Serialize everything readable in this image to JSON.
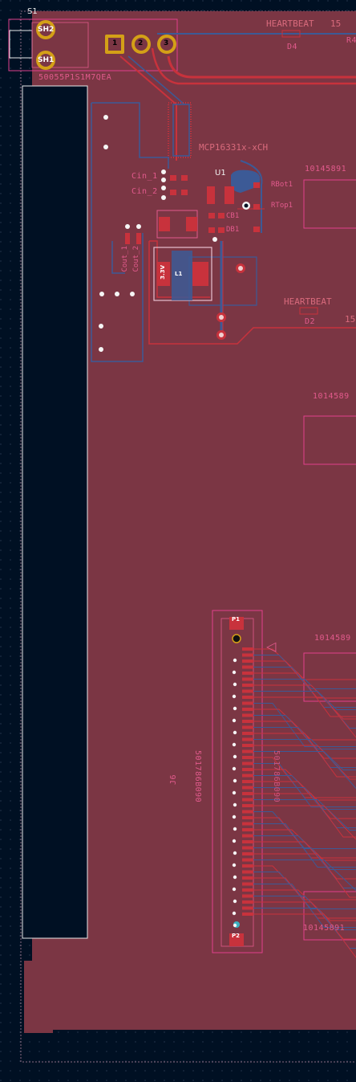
{
  "colors": {
    "background": "#001023",
    "board_fill": "#7b3644",
    "copper_front": "#c8323c",
    "copper_back": "#3c5a96",
    "courtyard": "#e0408c",
    "silkscreen": "#e15a8c",
    "edge_cuts": "#e8e8e8",
    "pad_gold": "#d4a017"
  },
  "refs": {
    "s1": "S1",
    "u1": "U1",
    "j6": "J6"
  },
  "components": {
    "s1_part": "50055P1S1M7QEA",
    "u1_part": "MCP16331x-xCH",
    "j6_part": "501786B090",
    "j6_part_back": "501786B090",
    "cin1": "Cin_1",
    "cin2": "Cin_2",
    "cout1": "Cout_1",
    "cout2": "Cout_2",
    "rbot1": "RBot1",
    "rtop1": "RTop1",
    "cb1": "CB1",
    "db1": "DB1",
    "d4": "D4",
    "d2": "D2",
    "heartbeat_1": "HEARTBEAT",
    "heartbeat_2": "HEARTBEAT",
    "r4": "R4",
    "num_15a": "15",
    "num_15b": "15",
    "part_1014_a": "10145891",
    "part_1014_b": "1014589",
    "part_1014_c": "1014589",
    "part_1014_d": "10145891",
    "v33": "3.3V",
    "l1": "L1"
  },
  "pads": {
    "sh1": "SH1",
    "sh2": "SH2",
    "p1": "1",
    "p2": "2",
    "p3": "3",
    "j6_p1": "P1",
    "j6_p2": "P2"
  },
  "marks": {
    "triangle": "◁"
  }
}
